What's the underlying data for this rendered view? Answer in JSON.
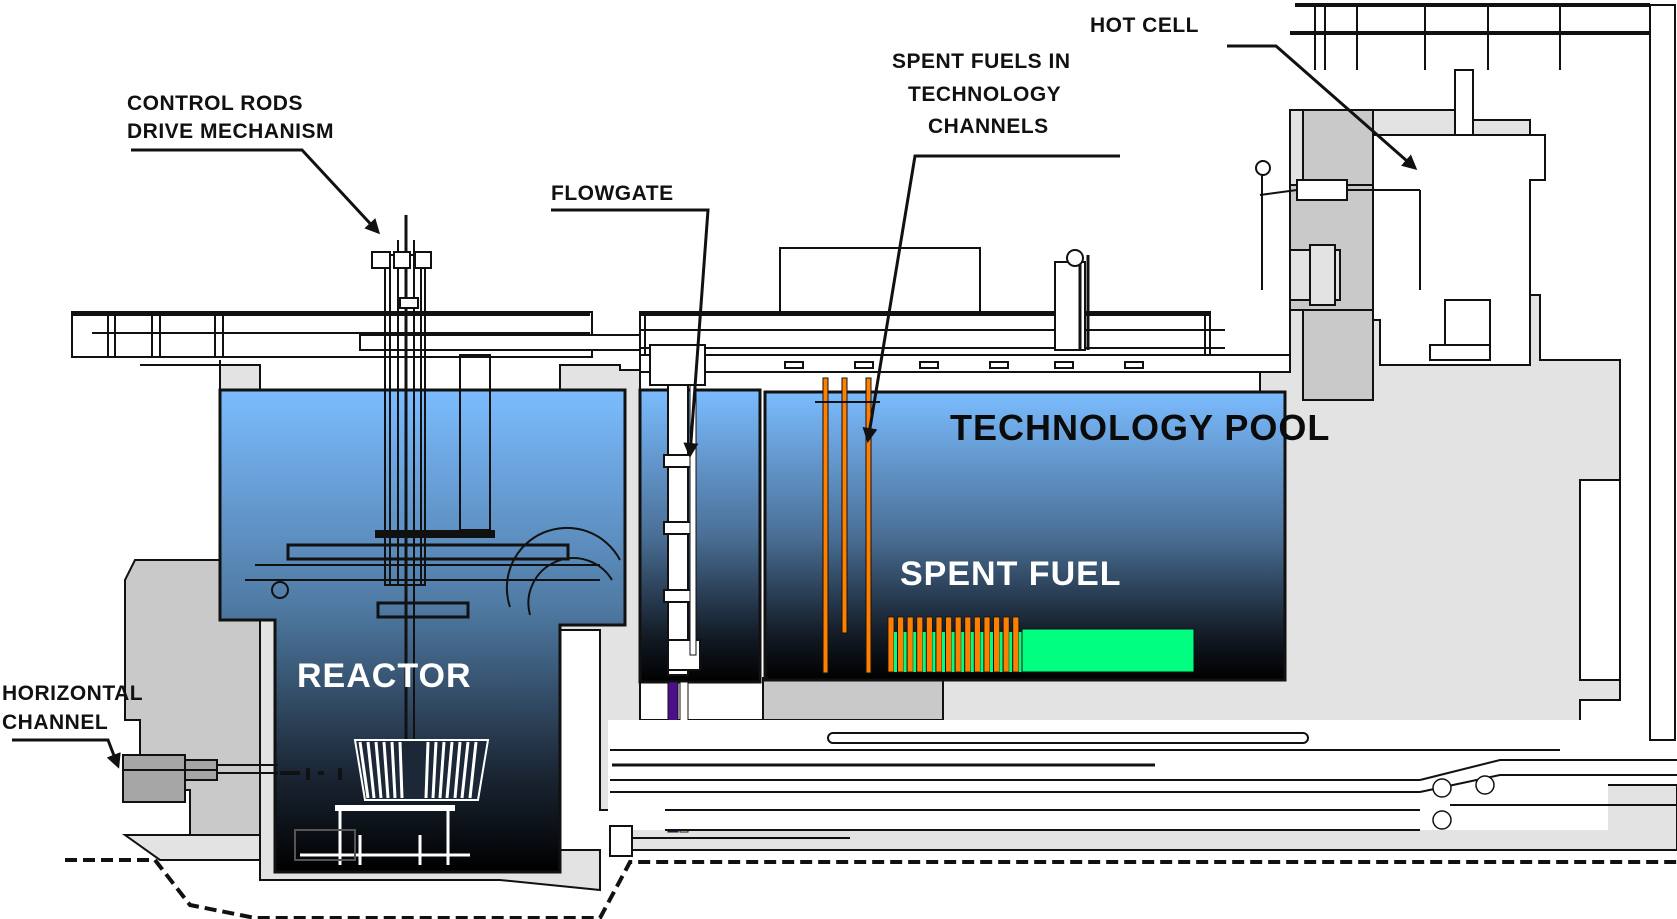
{
  "title": "Research reactor facility cross-section",
  "callouts": {
    "control_rods": [
      "CONTROL RODS",
      "DRIVE MECHANISM"
    ],
    "flowgate": "FLOWGATE",
    "spent_fuels_channels": [
      "SPENT FUELS IN",
      "TECHNOLOGY",
      "CHANNELS"
    ],
    "hot_cell": "HOT CELL",
    "horizontal_channel": [
      "HORIZONTAL",
      "CHANNEL"
    ]
  },
  "regions": {
    "reactor": "REACTOR",
    "technology_pool": "TECHNOLOGY POOL",
    "spent_fuel": "SPENT FUEL"
  },
  "colors": {
    "water_top": "#7bbcff",
    "water_bottom": "#000000",
    "spent_fuel_rods": "#ff7f00",
    "spent_fuel_block": "#00ff80",
    "flowgate_shaft": "#4b0f8a",
    "concrete": "#e3e3e3",
    "concrete_dark": "#c9c9c9"
  }
}
